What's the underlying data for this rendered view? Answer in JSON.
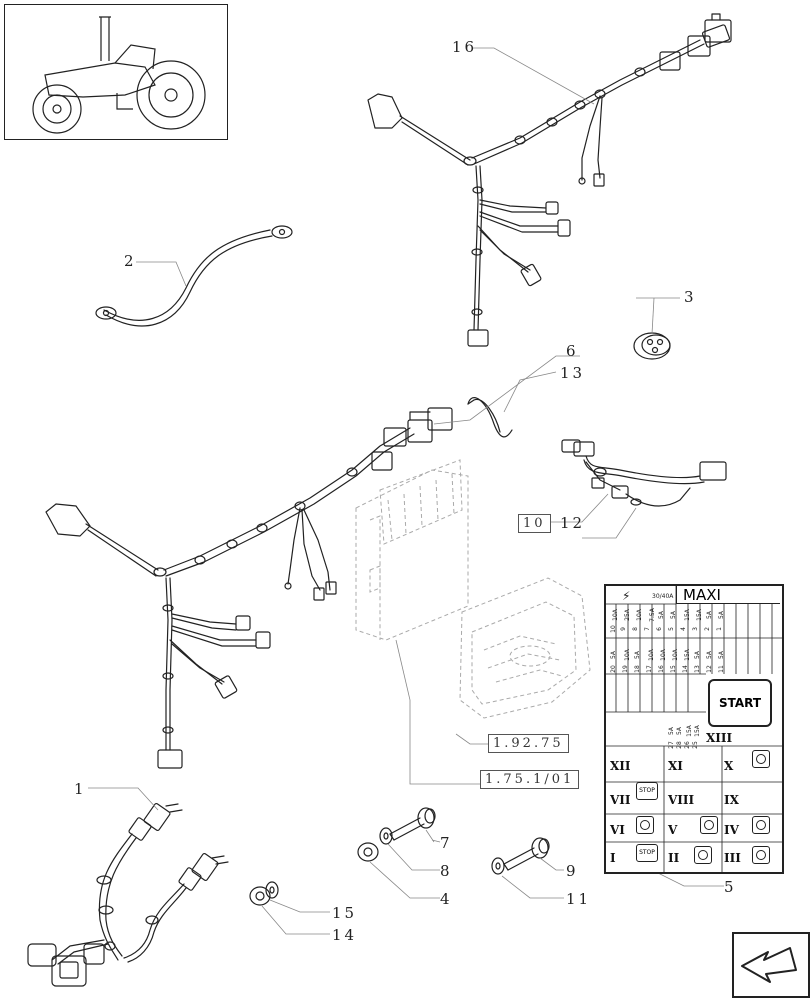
{
  "callouts": {
    "c1": "1",
    "c2": "2",
    "c3": "3",
    "c4": "4",
    "c5": "5",
    "c6": "6",
    "c7": "7",
    "c8": "8",
    "c9": "9",
    "c10": "10",
    "c11": "11",
    "c12": "12",
    "c13": "13",
    "c14": "14",
    "c15": "15",
    "c16": "16"
  },
  "references": {
    "ref_a": "1.92.75",
    "ref_b": "1.75.1/01"
  },
  "fuse_box": {
    "maxi_label": "MAXI",
    "rating": "30/40A",
    "start_label": "START",
    "stop_label": "STOP",
    "romans": [
      "XII",
      "XI",
      "X",
      "VII",
      "VIII",
      "IX",
      "VI",
      "V",
      "IV",
      "I",
      "II",
      "III",
      "XIII"
    ],
    "fuse_numbers_top": [
      "10",
      "9",
      "8",
      "7",
      "6",
      "5",
      "4",
      "3",
      "2",
      "1"
    ],
    "fuse_ratings_top": [
      "10A",
      "25A",
      "10A",
      "7.5A",
      "5A",
      "5A",
      "15A",
      "15A",
      "5A",
      "5A"
    ],
    "fuse_numbers_mid": [
      "20",
      "19",
      "18",
      "17",
      "16",
      "15",
      "14",
      "13",
      "12",
      "11"
    ],
    "fuse_ratings_mid": [
      "5A",
      "10A",
      "5A",
      "10A",
      "10A",
      "10A",
      "15A",
      "5A",
      "5A",
      "5A"
    ],
    "fuse_numbers_low": [
      "27",
      "28",
      "26",
      "25"
    ],
    "fuse_ratings_low": [
      "5A",
      "5A",
      "15A",
      "15A"
    ]
  },
  "colors": {
    "line": "#222222",
    "leader": "#888888",
    "ghost": "#bbbbbb"
  }
}
